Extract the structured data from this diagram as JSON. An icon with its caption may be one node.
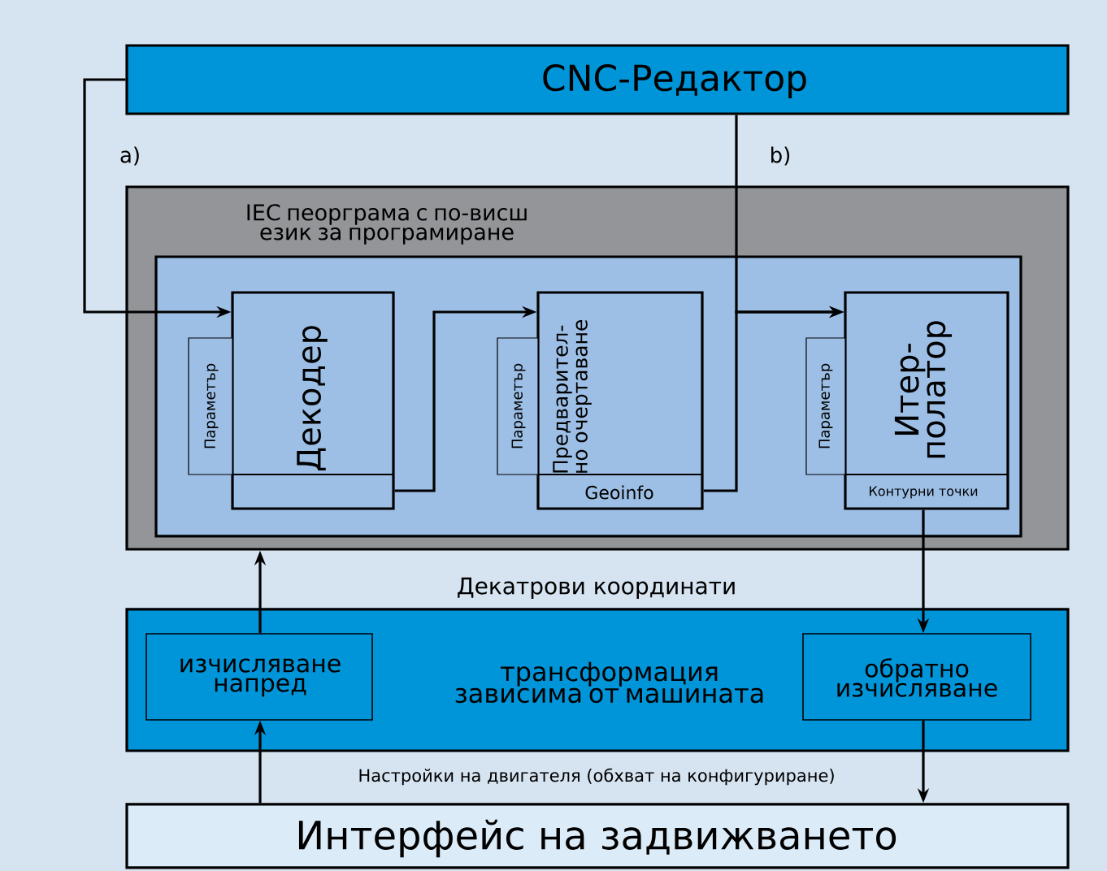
{
  "diagram": {
    "nodes": [
      {
        "text": [
          "CNC-Редактор"
        ]
      },
      {
        "text": [
          "IEC пеорграма с по-висш език за програмиране"
        ]
      },
      {
        "text": [],
        "shape": "box",
        "in": 1
      },
      {
        "text": [
          "Декодер"
        ],
        "in": 2
      },
      {
        "text": [
          "Параметър"
        ],
        "in": 2
      },
      {
        "text": [
          "Предварител- но очертаване",
          "Geoinfo"
        ],
        "in": 2
      },
      {
        "text": [
          "Параметър"
        ],
        "in": 2
      },
      {
        "text": [
          "Итер- полатор",
          "Контурни точки"
        ],
        "in": 2
      },
      {
        "text": [
          "Параметър"
        ],
        "in": 2
      },
      {
        "text": [
          "трансформация зависима от машината"
        ]
      },
      {
        "text": [
          "изчисляване напред"
        ],
        "in": 9
      },
      {
        "text": [
          "обратно изчисляване"
        ],
        "in": 9
      },
      {
        "text": [
          "Интерфейс на задвижването"
        ]
      }
    ],
    "edges": [
      {
        "from": 0,
        "to": 3,
        "arrow": "to"
      },
      {
        "from": 3,
        "to": 5,
        "arrow": "to"
      },
      {
        "from": 5,
        "to": 7,
        "arrow": "to"
      },
      {
        "from": 0,
        "to": 7,
        "arrow": "to"
      },
      {
        "from": 7,
        "to": 11,
        "arrow": "to"
      },
      {
        "from": 10,
        "to": 1,
        "arrow": "to"
      },
      {
        "from": 12,
        "to": 10,
        "arrow": "to"
      },
      {
        "from": 11,
        "to": 12,
        "arrow": "to"
      }
    ],
    "labels": [
      "a)",
      "b)",
      "Декатрови координати",
      "Настройки на двигателя (обхват на конфигуриране)"
    ]
  }
}
